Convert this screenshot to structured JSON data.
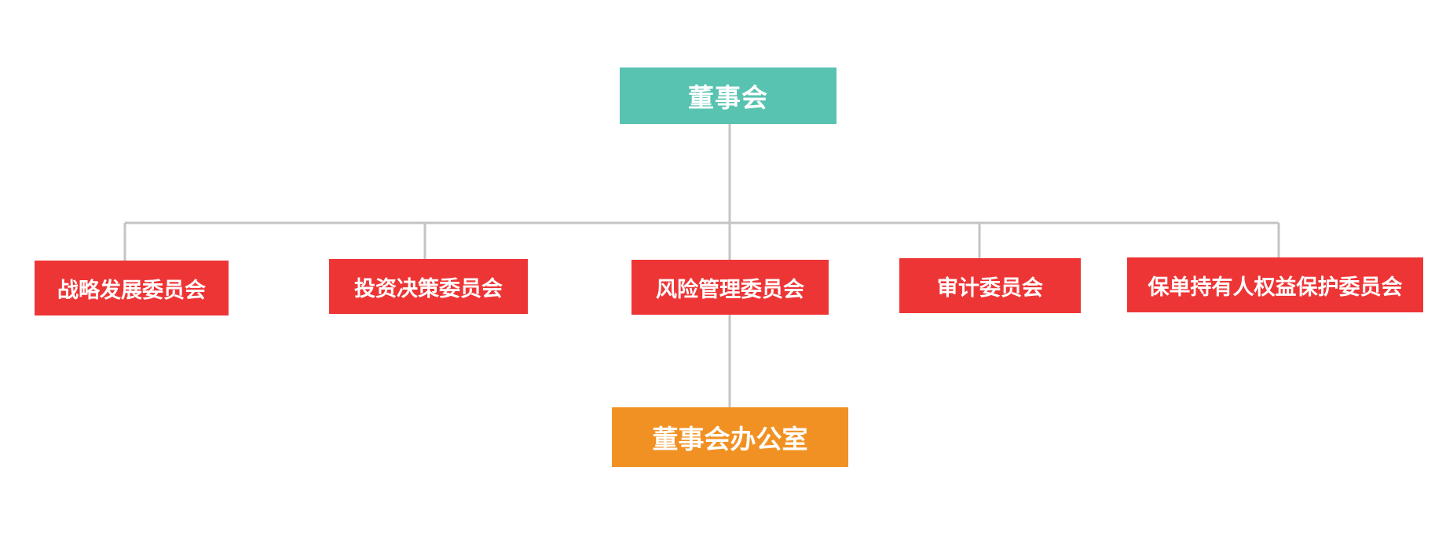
{
  "org_chart": {
    "root": {
      "label": "董事会",
      "color": "#57c3b0"
    },
    "committees": [
      {
        "label": "战略发展委员会",
        "color": "#ee3536"
      },
      {
        "label": "投资决策委员会",
        "color": "#ee3536"
      },
      {
        "label": "风险管理委员会",
        "color": "#ee3536"
      },
      {
        "label": "审计委员会",
        "color": "#ee3536"
      },
      {
        "label": "保单持有人权益保护委员会",
        "color": "#ee3536"
      }
    ],
    "office": {
      "label": "董事会办公室",
      "color": "#f29123"
    },
    "connector_color": "#c4c4c4"
  }
}
